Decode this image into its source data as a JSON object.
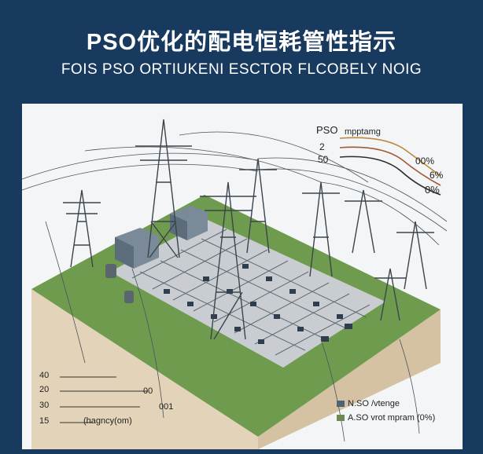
{
  "header": {
    "title": "PSO优化的配电恒耗管性指示",
    "subtitle": "FOIS PSO ORTIUKENI ESCTOR FLCOBELY NOIG"
  },
  "legend_top": {
    "title": "PSO",
    "subtitle": "mpptamg",
    "row1_left": "2",
    "row2_left": "50",
    "row1_right": "00%",
    "row2_right": "6%",
    "row3_right": "0%"
  },
  "legend_bottom_left": {
    "row1": "40",
    "row2": "20",
    "row2_right": "00",
    "row3": "30",
    "row3_right": "001",
    "row4": "15",
    "row4_label": "(hagncy(om)"
  },
  "legend_bottom_right": {
    "item1": "N.SO /vtenge",
    "item2": "A.SO vrot mpram (0%)",
    "item1_color": "#4d6476",
    "item2_color": "#6e8a54"
  },
  "colors": {
    "background": "#173a5e",
    "panel": "#f3f5f6",
    "grass": "#6e9a4e",
    "soil": "#e6d6bc",
    "steel": "#3d4750"
  }
}
